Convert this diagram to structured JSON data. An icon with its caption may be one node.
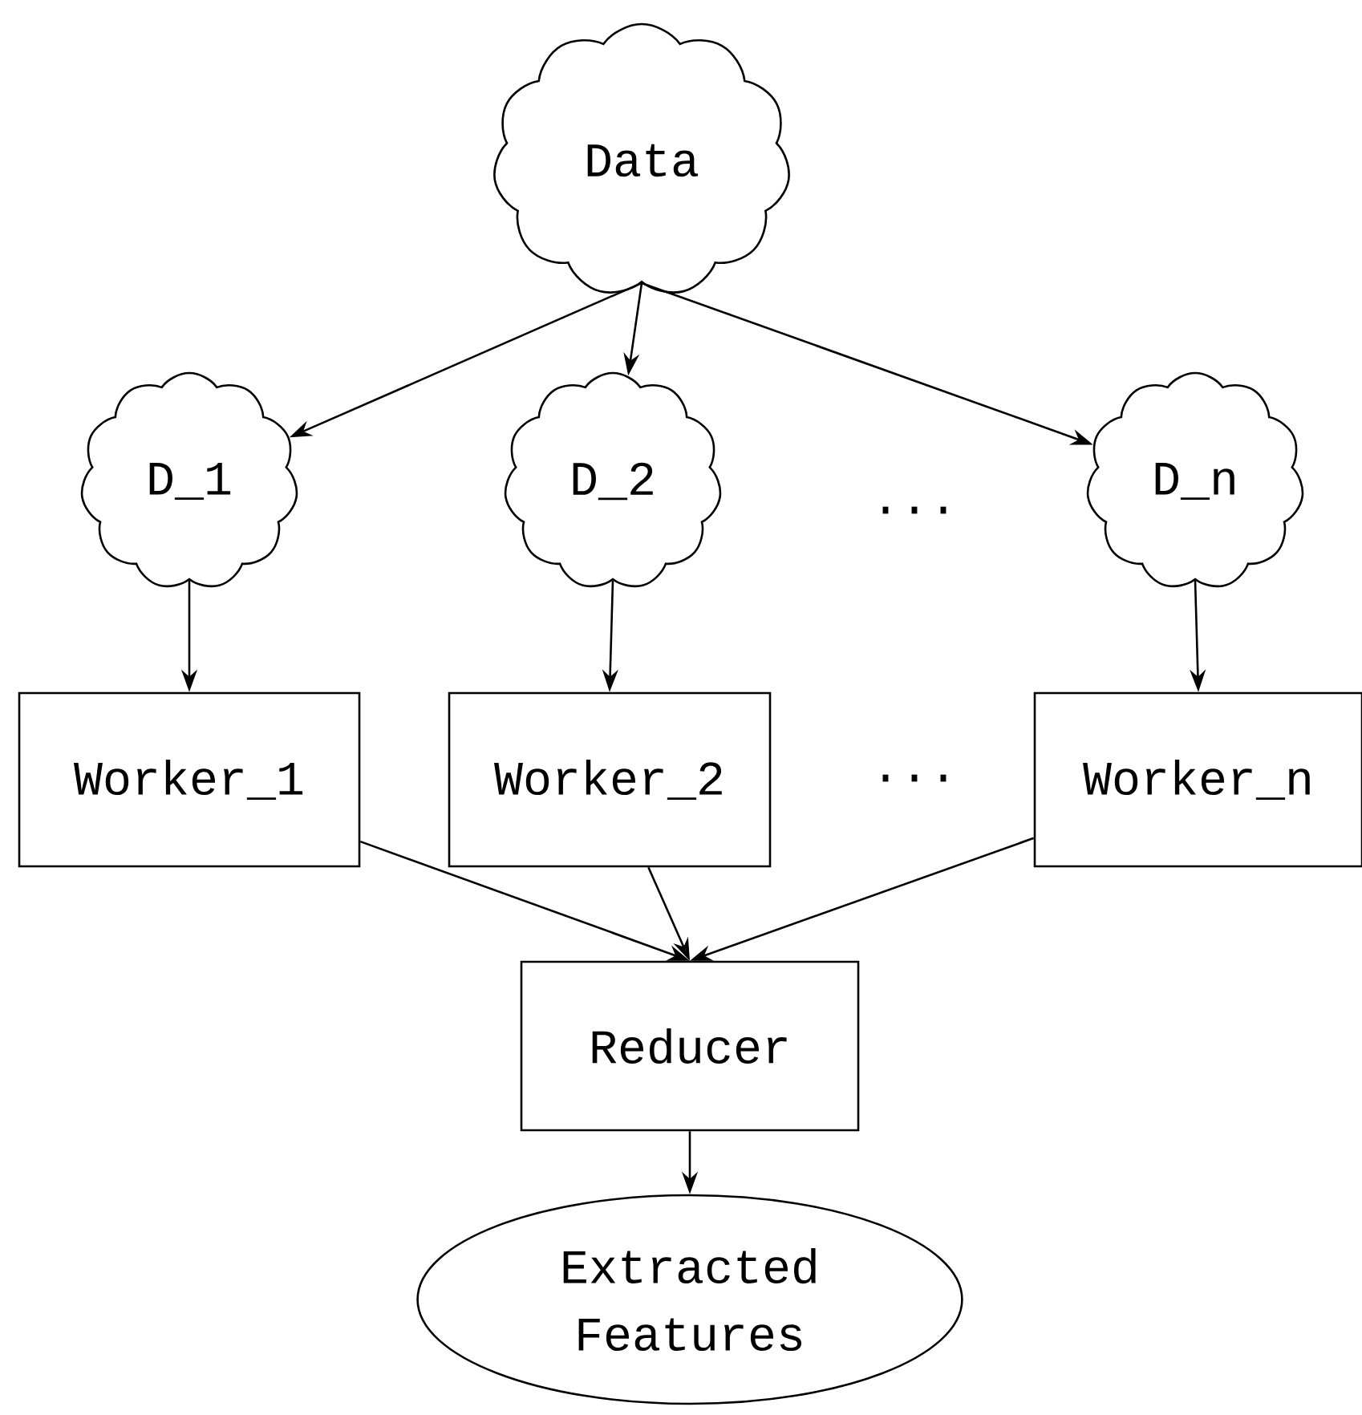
{
  "diagram": {
    "nodes": [
      {
        "text": [
          "Data"
        ]
      },
      {
        "text": [
          "D_1"
        ]
      },
      {
        "text": [
          "D_2"
        ]
      },
      {
        "text": [
          "D_n"
        ]
      },
      {
        "text": [
          "Worker_1"
        ]
      },
      {
        "text": [
          "Worker_2"
        ]
      },
      {
        "text": [
          "Worker_n"
        ]
      },
      {
        "text": [
          "Reducer"
        ]
      },
      {
        "text": [
          "Extracted Features"
        ]
      }
    ],
    "edges": [
      {
        "from": 0,
        "to": 1,
        "arrow": "to"
      },
      {
        "from": 0,
        "to": 2,
        "arrow": "to"
      },
      {
        "from": 0,
        "to": 3,
        "arrow": "to"
      },
      {
        "from": 1,
        "to": 4,
        "arrow": "to"
      },
      {
        "from": 2,
        "to": 5,
        "arrow": "to"
      },
      {
        "from": 3,
        "to": 6,
        "arrow": "to"
      },
      {
        "from": 4,
        "to": 7,
        "arrow": "to"
      },
      {
        "from": 5,
        "to": 7,
        "arrow": "to"
      },
      {
        "from": 6,
        "to": 7,
        "arrow": "to"
      },
      {
        "from": 7,
        "to": 8,
        "arrow": "to"
      }
    ],
    "labels": [
      "...",
      "..."
    ]
  }
}
